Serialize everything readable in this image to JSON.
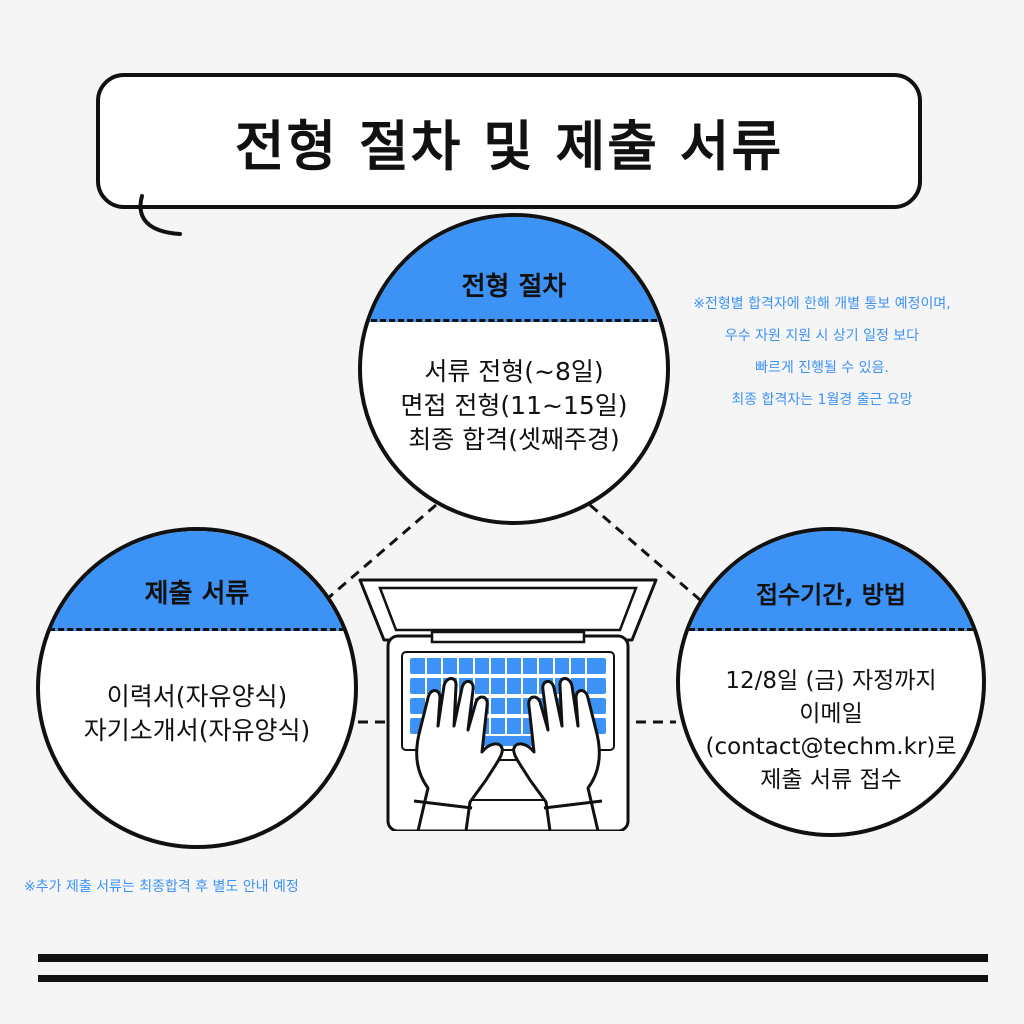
{
  "title": "전형 절차 및 제출 서류",
  "process": {
    "header": "전형 절차",
    "lines": [
      "서류 전형(~8일)",
      "면접 전형(11~15일)",
      "최종 합격(셋째주경)"
    ]
  },
  "documents": {
    "header": "제출 서류",
    "lines": [
      "이력서(자유양식)",
      "자기소개서(자유양식)"
    ]
  },
  "application": {
    "header": "접수기간, 방법",
    "lines": [
      "12/8일 (금) 자정까지",
      "이메일",
      "(contact@techm.kr)로",
      "제출 서류 접수"
    ]
  },
  "notes": {
    "top": [
      "※전형별 합격자에 한해 개별 통보 예정이며,",
      "우수 자원 지원 시 상기 일정 보다",
      "빠르게 진행될 수 있음.",
      "최종 합격자는 1월경 출근 요망"
    ],
    "bottom": "※추가 제출 서류는 최종합격 후 별도 안내 예정"
  },
  "colors": {
    "accent": "#3d93f5",
    "ink": "#111111",
    "background": "#f5f5f5"
  },
  "icons": {
    "illustration": "laptop-typing-hands-icon"
  }
}
